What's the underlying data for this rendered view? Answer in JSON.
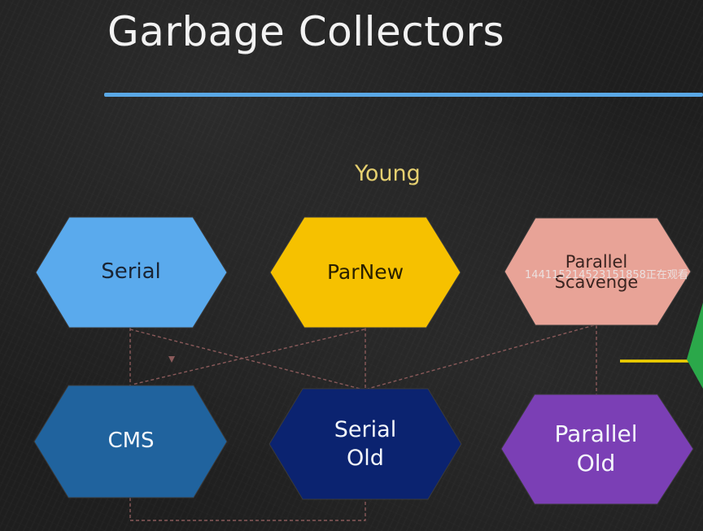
{
  "title": "Garbage Collectors",
  "group_label": "Young",
  "nodes": [
    {
      "id": "serial",
      "label": "Serial",
      "fill": "#5aaaed",
      "text_color": "#1a2433"
    },
    {
      "id": "parnew",
      "label": "ParNew",
      "fill": "#f6c100",
      "text_color": "#2a2000"
    },
    {
      "id": "parallel-scavenge",
      "label": "Parallel\nScavenge",
      "fill": "#e8a397",
      "text_color": "#3a2420"
    },
    {
      "id": "cms",
      "label": "CMS",
      "fill": "#20639e",
      "text_color": "#f4f7fb"
    },
    {
      "id": "serial-old",
      "label": "Serial\nOld",
      "fill": "#0b2370",
      "text_color": "#f4f7fb"
    },
    {
      "id": "parallel-old",
      "label": "Parallel\nOld",
      "fill": "#7b3fb5",
      "text_color": "#f4f7fb"
    }
  ],
  "overlay_text": "1441152145231518​58正在观看",
  "colors": {
    "rule": "#5aa8e6",
    "connector": "#8a5a5a",
    "accent_line": "#f0d000",
    "edge_shape": "#2ba84a"
  }
}
